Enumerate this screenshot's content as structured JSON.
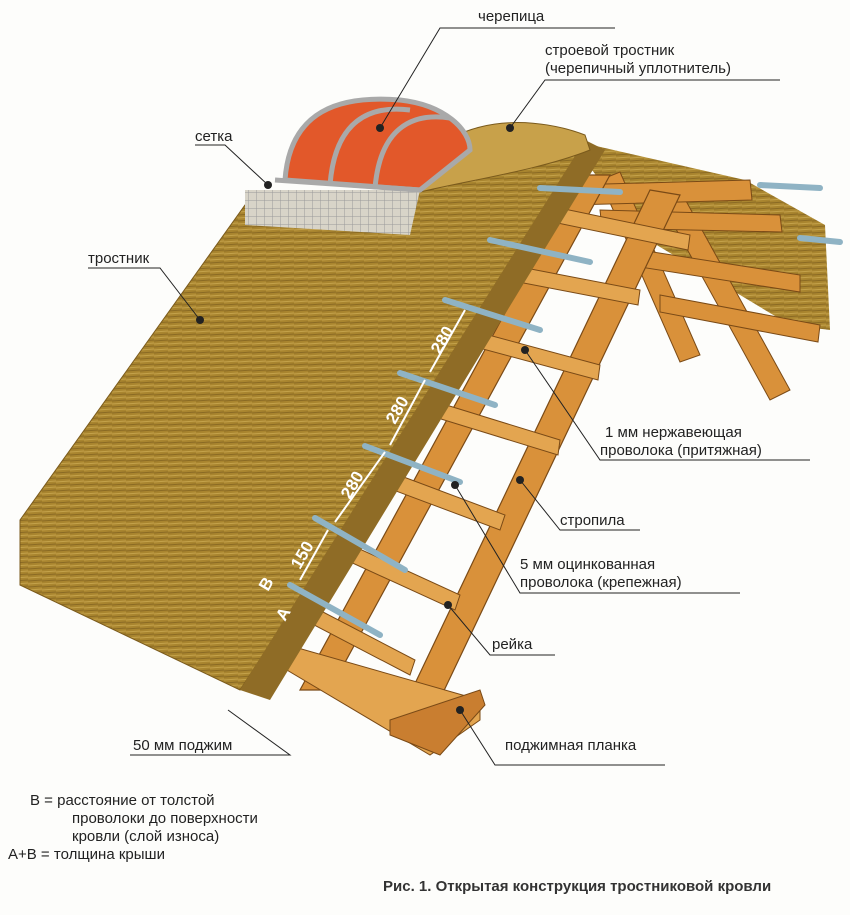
{
  "labels": {
    "tile": "черепица",
    "ridge_reed": "строевой тростник",
    "ridge_reed_note": "(черепичный уплотнитель)",
    "mesh": "сетка",
    "reed": "тростник",
    "steel_wire": "1 мм нержавеющая",
    "steel_wire_note": "проволока (притяжная)",
    "rafters": "стропила",
    "galv_wire": "5 мм оцинкованная",
    "galv_wire_note": "проволока (крепежная)",
    "batten": "рейка",
    "clamp_ring": "50 мм поджим",
    "clamp_board": "поджимная планка"
  },
  "dimensions": {
    "d1": "280",
    "d2": "280",
    "d3": "280",
    "d4": "150",
    "a": "A",
    "b": "B"
  },
  "legend": {
    "b_line1": "B = расстояние от толстой",
    "b_line2": "проволоки до поверхности",
    "b_line3": "кровли (слой износа)",
    "ab": "A+B = толщина крыши"
  },
  "caption": "Рис. 1. Открытая конструкция тростниковой кровли",
  "colors": {
    "thatch": "#a9852f",
    "wood": "#d9913a",
    "tile": "#e2582a",
    "wire": "#8fb3c4"
  }
}
